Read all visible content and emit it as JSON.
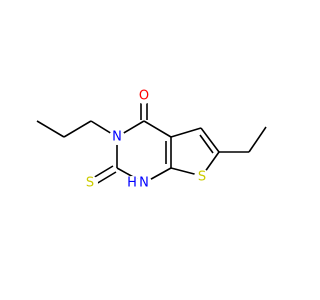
{
  "molecule": {
    "atoms": {
      "o1": {
        "label": "O",
        "color": "#ff0000"
      },
      "n3": {
        "label": "N",
        "color": "#0000ff"
      },
      "n1": {
        "label": "N",
        "color": "#0000ff"
      },
      "h1": {
        "label": "H",
        "color": "#0000ff"
      },
      "s_ring": {
        "label": "S",
        "color": "#cccc00"
      },
      "s_thione": {
        "label": "S",
        "color": "#cccc00"
      }
    },
    "bond_color": "#000000"
  }
}
